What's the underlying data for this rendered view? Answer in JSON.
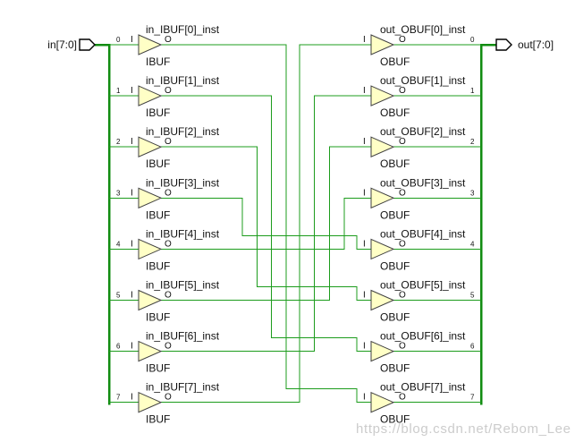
{
  "input_port": {
    "label": "in[7:0]",
    "icon": "input-port-arrow-icon"
  },
  "output_port": {
    "label": "out[7:0]",
    "icon": "output-port-arrow-icon"
  },
  "ibufs": [
    {
      "instance": "in_IBUF[0]_inst",
      "type": "IBUF",
      "pin_in": "I",
      "pin_out": "O",
      "bus_index": "0"
    },
    {
      "instance": "in_IBUF[1]_inst",
      "type": "IBUF",
      "pin_in": "I",
      "pin_out": "O",
      "bus_index": "1"
    },
    {
      "instance": "in_IBUF[2]_inst",
      "type": "IBUF",
      "pin_in": "I",
      "pin_out": "O",
      "bus_index": "2"
    },
    {
      "instance": "in_IBUF[3]_inst",
      "type": "IBUF",
      "pin_in": "I",
      "pin_out": "O",
      "bus_index": "3"
    },
    {
      "instance": "in_IBUF[4]_inst",
      "type": "IBUF",
      "pin_in": "I",
      "pin_out": "O",
      "bus_index": "4"
    },
    {
      "instance": "in_IBUF[5]_inst",
      "type": "IBUF",
      "pin_in": "I",
      "pin_out": "O",
      "bus_index": "5"
    },
    {
      "instance": "in_IBUF[6]_inst",
      "type": "IBUF",
      "pin_in": "I",
      "pin_out": "O",
      "bus_index": "6"
    },
    {
      "instance": "in_IBUF[7]_inst",
      "type": "IBUF",
      "pin_in": "I",
      "pin_out": "O",
      "bus_index": "7"
    }
  ],
  "obufs": [
    {
      "instance": "out_OBUF[0]_inst",
      "type": "OBUF",
      "pin_in": "I",
      "pin_out": "O",
      "bus_index": "0"
    },
    {
      "instance": "out_OBUF[1]_inst",
      "type": "OBUF",
      "pin_in": "I",
      "pin_out": "O",
      "bus_index": "1"
    },
    {
      "instance": "out_OBUF[2]_inst",
      "type": "OBUF",
      "pin_in": "I",
      "pin_out": "O",
      "bus_index": "2"
    },
    {
      "instance": "out_OBUF[3]_inst",
      "type": "OBUF",
      "pin_in": "I",
      "pin_out": "O",
      "bus_index": "3"
    },
    {
      "instance": "out_OBUF[4]_inst",
      "type": "OBUF",
      "pin_in": "I",
      "pin_out": "O",
      "bus_index": "4"
    },
    {
      "instance": "out_OBUF[5]_inst",
      "type": "OBUF",
      "pin_in": "I",
      "pin_out": "O",
      "bus_index": "5"
    },
    {
      "instance": "out_OBUF[6]_inst",
      "type": "OBUF",
      "pin_in": "I",
      "pin_out": "O",
      "bus_index": "6"
    },
    {
      "instance": "out_OBUF[7]_inst",
      "type": "OBUF",
      "pin_in": "I",
      "pin_out": "O",
      "bus_index": "7"
    }
  ],
  "connections": [
    {
      "ibuf": 0,
      "obuf": 7
    },
    {
      "ibuf": 1,
      "obuf": 6
    },
    {
      "ibuf": 2,
      "obuf": 5
    },
    {
      "ibuf": 3,
      "obuf": 4
    },
    {
      "ibuf": 4,
      "obuf": 3
    },
    {
      "ibuf": 5,
      "obuf": 2
    },
    {
      "ibuf": 6,
      "obuf": 1
    },
    {
      "ibuf": 7,
      "obuf": 0
    }
  ],
  "colors": {
    "wire": "#1c9c1c",
    "bus": "#118c11",
    "buffer_fill": "#ffffc6",
    "buffer_stroke": "#404040",
    "port_fill": "#ffffff",
    "port_stroke": "#000000",
    "text": "#111111",
    "watermark": "#cccccc"
  },
  "watermark": "https://blog.csdn.net/Rebom_Lee"
}
